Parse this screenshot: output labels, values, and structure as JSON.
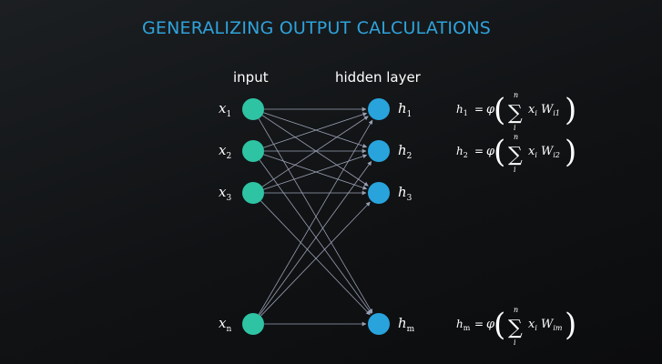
{
  "title": "GENERALIZING OUTPUT CALCULATIONS",
  "headers": {
    "input": "input",
    "hidden": "hidden layer"
  },
  "input_nodes": [
    {
      "var": "x",
      "sub": "1"
    },
    {
      "var": "x",
      "sub": "2"
    },
    {
      "var": "x",
      "sub": "3"
    },
    {
      "var": "x",
      "sub": "n"
    }
  ],
  "hidden_nodes": [
    {
      "var": "h",
      "sub": "1"
    },
    {
      "var": "h",
      "sub": "2"
    },
    {
      "var": "h",
      "sub": "3"
    },
    {
      "var": "h",
      "sub": "m"
    }
  ],
  "equations": [
    {
      "lhs": "h",
      "lhs_sub": "1",
      "eq": "=",
      "phi": "φ",
      "sum": "∑",
      "upper": "n",
      "lower": "i",
      "x": "x",
      "x_sub": "i",
      "w": "W",
      "w_sub": "i1"
    },
    {
      "lhs": "h",
      "lhs_sub": "2",
      "eq": "=",
      "phi": "φ",
      "sum": "∑",
      "upper": "n",
      "lower": "i",
      "x": "x",
      "x_sub": "i",
      "w": "W",
      "w_sub": "i2"
    },
    {
      "lhs": "h",
      "lhs_sub": "m",
      "eq": "=",
      "phi": "φ",
      "sum": "∑",
      "upper": "n",
      "lower": "i",
      "x": "x",
      "x_sub": "i",
      "w": "W",
      "w_sub": "im"
    }
  ],
  "colors": {
    "input_node": "#2ec4a3",
    "hidden_node": "#29a3dc",
    "title": "#2fa3dc",
    "edge": "#9aa0b4",
    "highlight_hm": "#e0c31a",
    "highlight_x": "#2ec4a3",
    "highlight_w": "#b25fc0"
  }
}
